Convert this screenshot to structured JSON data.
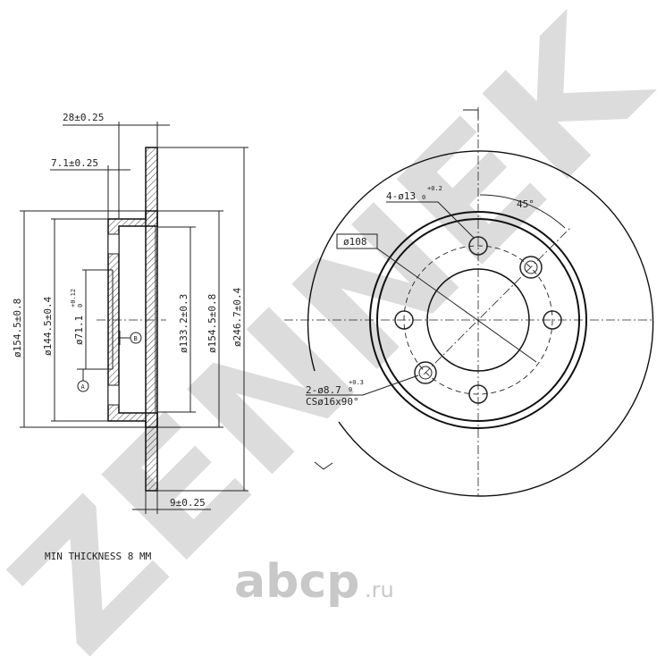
{
  "watermark": "ZENNEK",
  "logo": {
    "main": "abcp",
    "suffix": ".ru"
  },
  "section_view": {
    "dimensions": {
      "overall_height": "28±0.25",
      "hat_wall": "7.1±0.25",
      "d_outer_hat_left": "ø154.5±0.8",
      "d_hat": "ø144.5±0.4",
      "d_center_bore": "ø71.1",
      "d_center_bore_tol_upper": "+0.12",
      "d_center_bore_tol_lower": "0",
      "d_inner_hat": "ø133.2±0.3",
      "d_outer_hat_right": "ø154.5±0.8",
      "d_disc": "ø246.7±0.4",
      "disc_thickness": "9±0.25"
    },
    "datum_a": "A",
    "datum_b": "B"
  },
  "front_view": {
    "bolt_holes": "4-ø13",
    "bolt_holes_tol_upper": "+0.2",
    "bolt_holes_tol_lower": "0",
    "angle": "45°",
    "pcd": "ø108",
    "small_holes": "2-ø8.7",
    "small_holes_tol_upper": "+0.3",
    "small_holes_tol_lower": "0",
    "countersink": "CSø16x90°"
  },
  "note": "MIN THICKNESS 8 MM",
  "colors": {
    "line": "#222222",
    "watermark": "#dcdcdc",
    "logo": "#c8c8c8"
  }
}
